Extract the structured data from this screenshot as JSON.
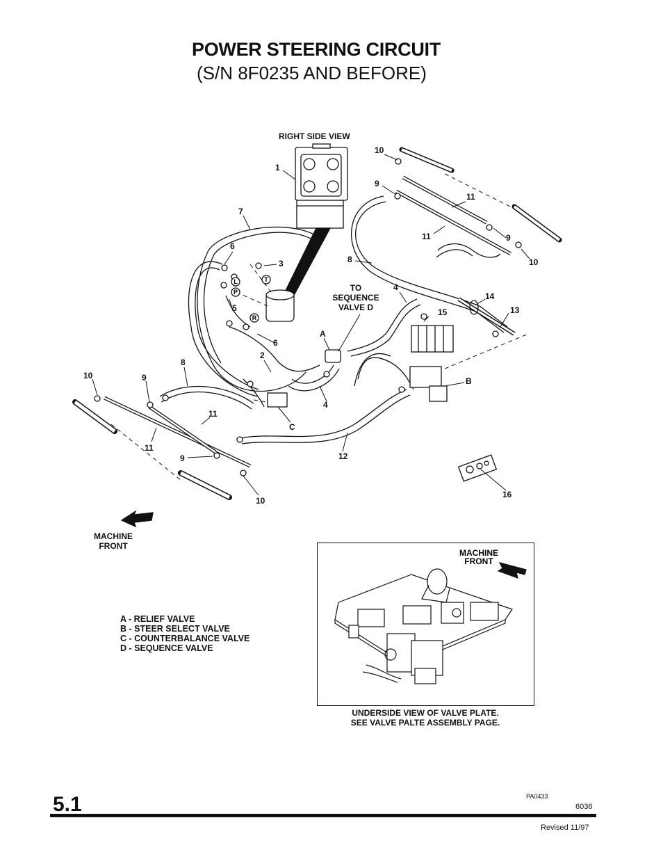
{
  "page": {
    "title": "POWER STEERING CIRCUIT",
    "subtitle": "(S/N 8F0235 AND BEFORE)",
    "section_number": "5.1",
    "figure_code": "PA0433",
    "page_number": "6036",
    "revision": "Revised 11/97"
  },
  "diagram": {
    "right_side_view_label": "RIGHT SIDE VIEW",
    "to_sequence_label": [
      "TO",
      "SEQUENCE",
      "VALVE D"
    ],
    "machine_front_label": [
      "MACHINE",
      "FRONT"
    ],
    "port_labels": [
      "L",
      "P",
      "T",
      "R"
    ],
    "callouts": [
      "1",
      "2",
      "3",
      "4",
      "4",
      "5",
      "6",
      "6",
      "7",
      "8",
      "8",
      "9",
      "9",
      "9",
      "9",
      "10",
      "10",
      "10",
      "10",
      "11",
      "11",
      "11",
      "11",
      "12",
      "13",
      "14",
      "15",
      "16",
      "A",
      "B",
      "C"
    ]
  },
  "legend": {
    "items": [
      "A - RELIEF VALVE",
      "B - STEER SELECT VALVE",
      "C - COUNTERBALANCE VALVE",
      "D - SEQUENCE VALVE"
    ]
  },
  "inset": {
    "machine_front_label": [
      "MACHINE",
      "FRONT"
    ],
    "caption_line1": "UNDERSIDE VIEW OF VALVE PLATE.",
    "caption_line2": "SEE VALVE PALTE ASSEMBLY PAGE."
  }
}
